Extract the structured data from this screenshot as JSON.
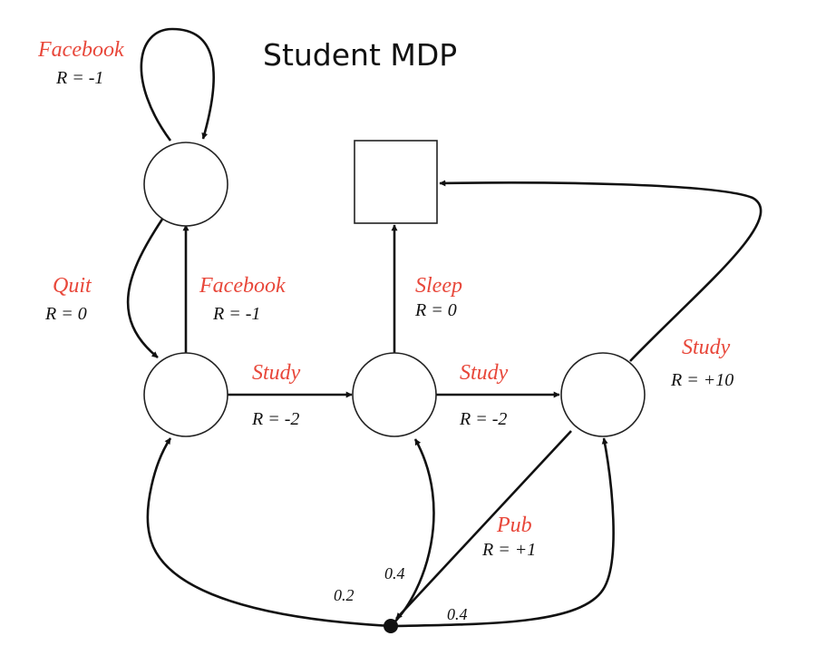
{
  "title": "Student MDP",
  "colors": {
    "action_label": "#e8473a",
    "line": "#111111",
    "text": "#111111"
  },
  "actions": {
    "facebook_loop": {
      "name": "Facebook",
      "reward": "R = -1"
    },
    "quit": {
      "name": "Quit",
      "reward": "R = 0"
    },
    "facebook": {
      "name": "Facebook",
      "reward": "R = -1"
    },
    "sleep": {
      "name": "Sleep",
      "reward": "R = 0"
    },
    "study_1": {
      "name": "Study",
      "reward": "R = -2"
    },
    "study_2": {
      "name": "Study",
      "reward": "R = -2"
    },
    "study_3": {
      "name": "Study",
      "reward": "R = +10"
    },
    "pub": {
      "name": "Pub",
      "reward": "R = +1"
    }
  },
  "probabilities": {
    "to_class1": "0.2",
    "to_class2": "0.4",
    "to_class3": "0.4"
  }
}
